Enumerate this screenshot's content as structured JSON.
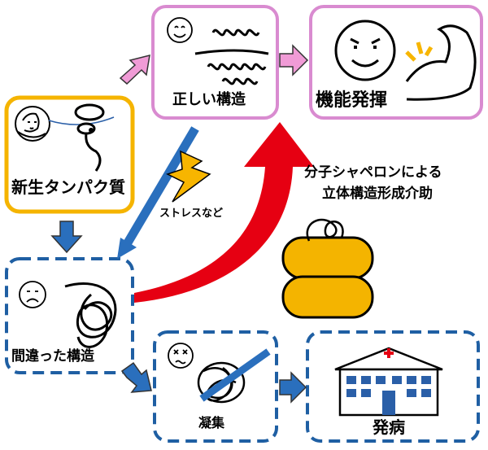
{
  "colors": {
    "box_correct_border": "#d98bd0",
    "box_new_border": "#f5b400",
    "box_wrong_border": "#1f5fa3",
    "arrow_pink": "#f09bd6",
    "arrow_blue": "#2a6fbd",
    "arrow_red": "#e60012",
    "chaperone_fill": "#f4b400",
    "stress_bolt": "#f7b500",
    "cross_red": "#e60012",
    "window_blue": "#2a5fa8"
  },
  "nodes": {
    "nascent_protein": {
      "label": "新生タンパク質"
    },
    "correct_structure": {
      "label": "正しい構造"
    },
    "function": {
      "label": "機能発揮"
    },
    "wrong_structure": {
      "label": "間違った構造"
    },
    "aggregation": {
      "label": "凝集"
    },
    "disease": {
      "label": "発病"
    }
  },
  "edges": {
    "stress": {
      "label": "ストレスなど"
    },
    "chaperone": {
      "label_line1": "分子シャペロンによる",
      "label_line2": "立体構造形成介助"
    }
  },
  "icons": [
    "baby-icon",
    "smiling-face-icon",
    "strong-face-icon",
    "flexed-arm-icon",
    "sad-face-icon",
    "dizzy-face-icon",
    "chaperone-barrel-icon",
    "lightning-bolt-icon",
    "hospital-icon",
    "protein-coil-icon"
  ]
}
